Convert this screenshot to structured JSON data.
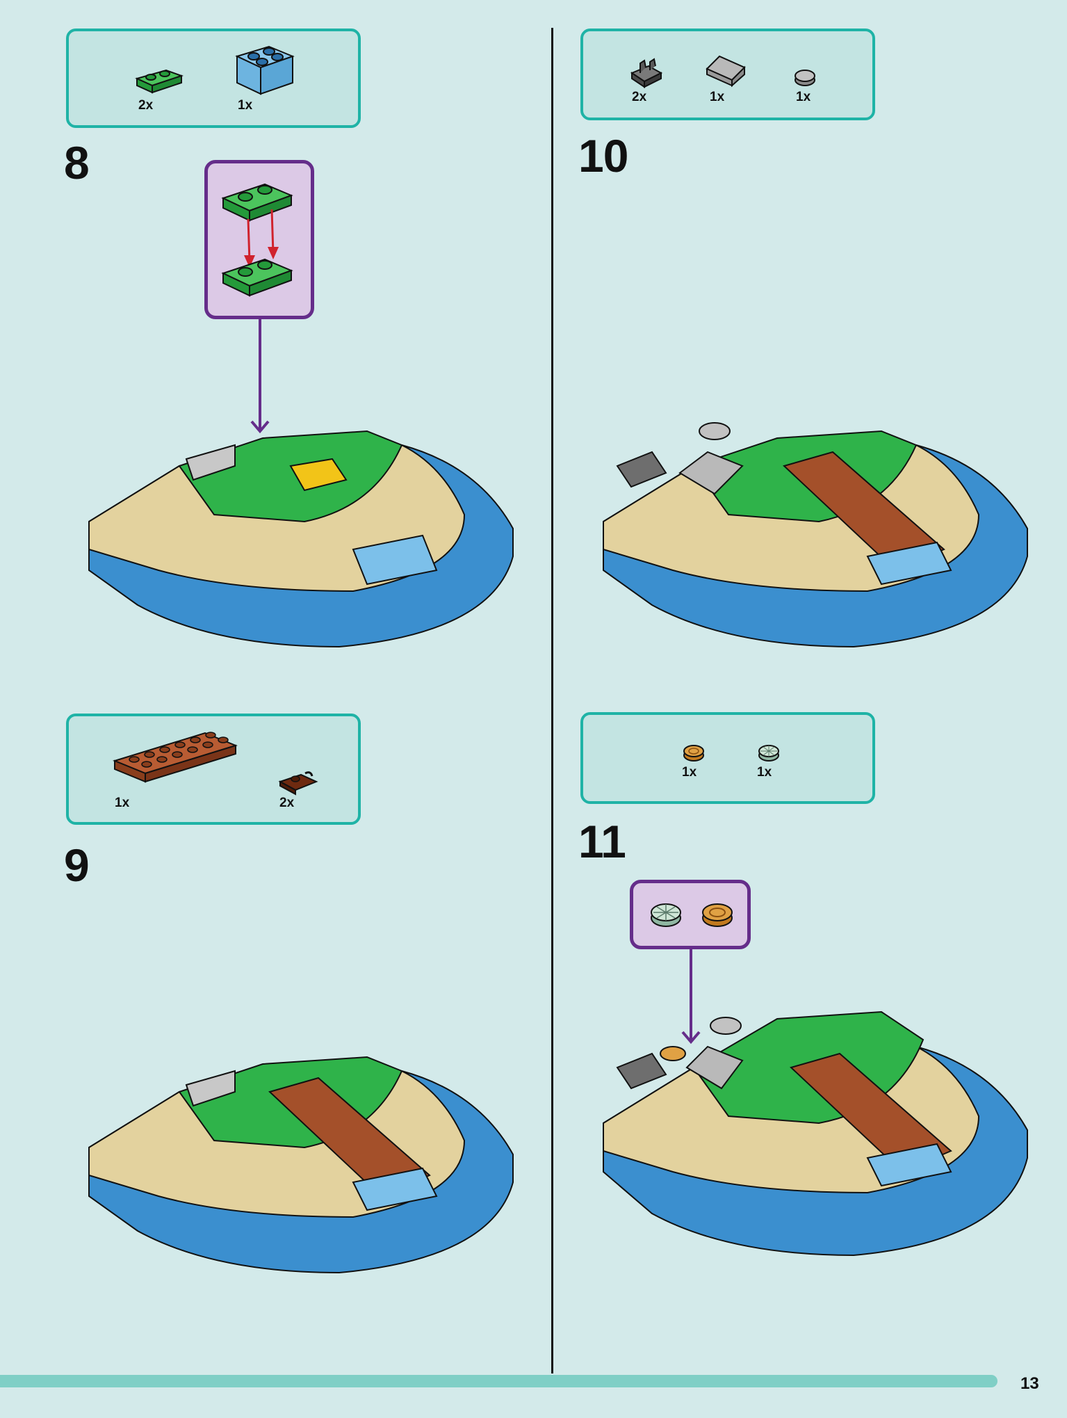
{
  "page": {
    "number": "13"
  },
  "steps": [
    {
      "number": "8",
      "parts": [
        {
          "icon": "green-plate-1x2",
          "qty": "2x"
        },
        {
          "icon": "blue-brick-2x2",
          "qty": "1x"
        }
      ]
    },
    {
      "number": "9",
      "parts": [
        {
          "icon": "brown-plate-2x6",
          "qty": "1x"
        },
        {
          "icon": "dark-brown-clip-plate",
          "qty": "2x"
        }
      ]
    },
    {
      "number": "10",
      "parts": [
        {
          "icon": "dark-gray-clip",
          "qty": "2x"
        },
        {
          "icon": "gray-slope",
          "qty": "1x"
        },
        {
          "icon": "gray-round-tile",
          "qty": "1x"
        }
      ]
    },
    {
      "number": "11",
      "parts": [
        {
          "icon": "gold-coin-tile",
          "qty": "1x"
        },
        {
          "icon": "spider-web-tile",
          "qty": "1x"
        }
      ]
    }
  ],
  "colors": {
    "background": "#d3eaea",
    "parts_box_fill": "#c3e4e2",
    "parts_box_border": "#1fb3a6",
    "callout_fill": "#dcc9e6",
    "callout_border": "#652d8a",
    "arrow_red": "#d0222d",
    "brick_green": "#2fb34a",
    "brick_blue": "#3b8fcf",
    "brick_tan": "#e3d29e",
    "brick_brown": "#a4502a",
    "brick_gray": "#a8a8a8",
    "progress_bar": "#7fcfc6"
  }
}
